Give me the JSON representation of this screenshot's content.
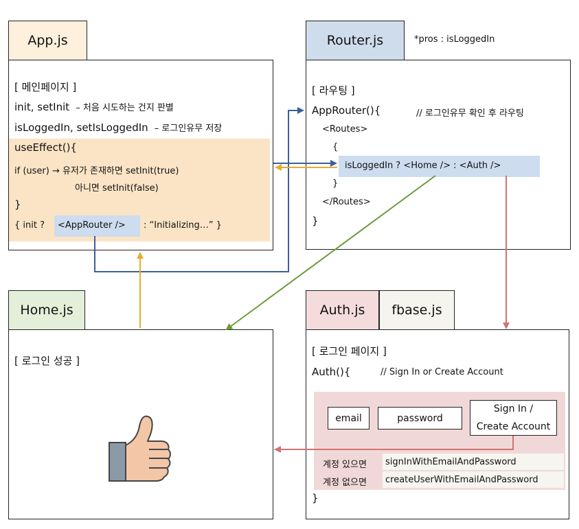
{
  "colors": {
    "app_tab": "#fdf0dc",
    "router_tab": "#cfdcec",
    "home_tab": "#e3efd9",
    "auth_tab": "#f4dcdc",
    "fbase_tab": "#f5f4ef",
    "use_effect_bg": "#fbe4c6",
    "highlight_blue": "#cddcee",
    "auth_block_bg": "#f1d8d8",
    "arrow_blue": "#3a5f9a",
    "arrow_orange": "#e6ac2e",
    "arrow_green": "#6a9a3a",
    "arrow_red": "#d27272"
  },
  "tabs": {
    "app": "App.js",
    "router": "Router.js",
    "home": "Home.js",
    "auth": "Auth.js",
    "fbase": "fbase.js"
  },
  "router_note": "*pros : isLoggedIn",
  "app": {
    "heading": "[ 메인페이지 ]",
    "line1_code": "init, setInit",
    "line1_comment": "– 처음 시도하는 건지 판별",
    "line2_code": "isLoggedIn, setIsLoggedIn",
    "line2_comment": "– 로그인유무 저장",
    "use_effect": "useEffect(){",
    "if_line": "if (user) → 유저가 존재하면 setInit(true)",
    "else_line": "아니면 setInit(false)",
    "close_brace": "}",
    "ternary_open": "{ init ?",
    "ternary_router": "<AppRouter />",
    "ternary_rest": ": “Initializing…” }"
  },
  "router": {
    "heading": "[ 라우팅 ]",
    "func": "AppRouter(){",
    "comment": "// 로그인유무 확인 후 라우팅",
    "routes_open": "<Routes>",
    "brace_open": "{",
    "ternary": "isLoggedIn ? <Home /> : <Auth />",
    "brace_close": "}",
    "routes_close": "</Routes>",
    "func_close": "}"
  },
  "home": {
    "heading": "[ 로그인 성공 ]",
    "icon": "thumbs-up-icon"
  },
  "auth": {
    "heading": "[ 로그인 페이지 ]",
    "func": "Auth(){",
    "comment": "// Sign In  or  Create Account",
    "email_label": "email",
    "password_label": "password",
    "signin_line1": "Sign In /",
    "signin_line2": "Create Account",
    "row1_label": "계정 있으면",
    "row1_method": "signInWithEmailAndPassword",
    "row2_label": "계정 없으면",
    "row2_method": "createUserWithEmailAndPassword",
    "func_close": "}"
  }
}
